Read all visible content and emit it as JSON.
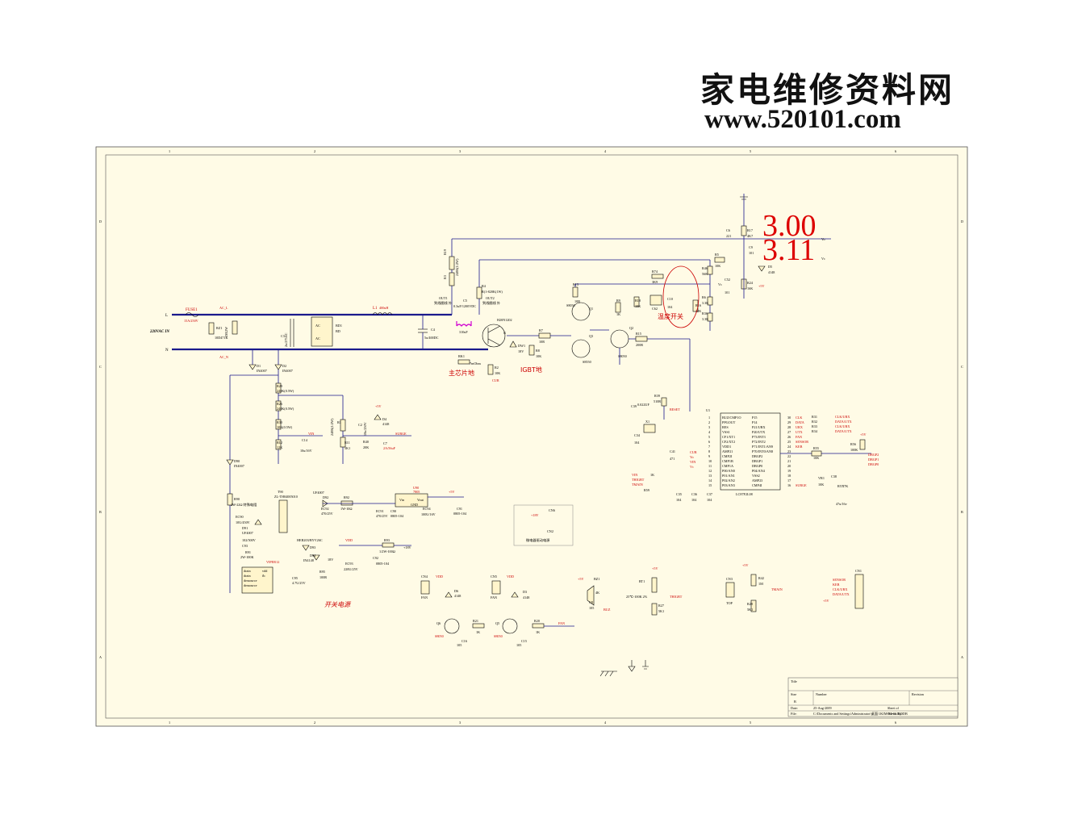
{
  "watermark": {
    "site_name": "家电维修资料网",
    "url": "www.520101.com"
  },
  "overlay_values": {
    "value_a": "3.00",
    "value_b": "3.11"
  },
  "frame": {
    "columns": [
      "1",
      "2",
      "3",
      "4",
      "5",
      "6"
    ],
    "rows": [
      "D",
      "C",
      "B",
      "A"
    ]
  },
  "power_input": {
    "title": "220VAC IN",
    "line_l": "L",
    "line_n": "N",
    "fuse": "FUSE1",
    "fuse_rating": "15A/250V",
    "ac_l": "AC_L",
    "ac_n": "AC_N",
    "varistor": "RZ1",
    "varistor_value": "10D471K",
    "r_value": "1M/2W",
    "cap_c3": "C3",
    "cap_c3_value": "2u/275AC",
    "bridge": "BD1",
    "bridge_value": "BD",
    "inductor": "L1",
    "inductor_value": "400uH",
    "cap_c4": "C4",
    "cap_c4_value": "5u/400DC"
  },
  "power_stage": {
    "coil_out1": "OUT1",
    "coil_out1_note": "到线圈线 外",
    "coil_out2": "OUT2",
    "coil_out2_note": "到线圈线 外",
    "cap_c5": "C5",
    "cap_c5_value": "0.3uF/1200VDC",
    "coil_value": "310uF",
    "igbt": "H20N1202",
    "r_shunt": "RK1",
    "r_shunt_value": "7mOhm",
    "main_ground_note": "主芯片地",
    "igbt_ground_note": "IGBT地",
    "r19": "R19",
    "r19_value": "240K(1/2W)",
    "r3": "R3",
    "r3_value": "240K(1/2W)",
    "r4": "R4",
    "r4_value": "R(1-820K(1W)",
    "r7": "R7",
    "r7_value": "10R",
    "dw1": "DW1",
    "dw1_value": "18V",
    "r8": "R8",
    "r8_value": "10K",
    "r2": "R2",
    "r2_value": "10K",
    "cur": "CUR",
    "g_label": "G"
  },
  "driver": {
    "r13": "R13",
    "r13_value": "10R",
    "q1": "Q1",
    "q1_value": "S8050",
    "q3": "Q3",
    "q3_value": "S8550",
    "r9": "R9",
    "r9_value": "1K",
    "q2": "Q2",
    "q2_value": "S8050",
    "r15": "R15",
    "r15_value": "200R",
    "r18": "R18",
    "r18_value": "10K",
    "c62": "C62",
    "c10": "C10",
    "c10_value": "104",
    "r74": "R74",
    "r74_value": "3K9",
    "r16": "R16",
    "r16_value": "22K",
    "temp_switch_note": "温度开关",
    "r5": "R5",
    "r5_value": "10K",
    "r6": "R6",
    "r6_value": "3.3K",
    "r46": "R46",
    "r46_value": "56K",
    "r36": "R36",
    "r36_value": "3.3K",
    "c52": "C52",
    "c52_value": "101",
    "r24": "R24",
    "r24_value": "16K",
    "vc_label": "Vc",
    "vo_label": "Vo"
  },
  "top_right": {
    "c6": "C6",
    "c6_value": "221",
    "r17": "R17",
    "r17_value": "4K7",
    "c9": "C9",
    "c9_value": "101",
    "d5": "D5",
    "d5_value": "4148",
    "vcc": "+5V"
  },
  "sensing": {
    "d1": "D1",
    "d1_value": "IN4007",
    "d2": "D2",
    "d2_value": "IN4007",
    "r29": "R29",
    "r29_value": "240K(0.5W)",
    "r26": "R26",
    "r26_value": "240K(0.5W)",
    "r30": "R30",
    "r30_value": "10K(0.5W)",
    "r12": "R12",
    "r12_value": "12K",
    "c14": "C14",
    "c14_value": "10u/16V",
    "vin": "VIN",
    "r11": "R11",
    "r11_value": "5K1",
    "r1": "R1",
    "r1_value": "240K(1/2W)",
    "c2": "C2",
    "c2_value": "10u/250V",
    "d4": "D4",
    "d4_value": "4148",
    "r40": "R40",
    "r40_value": "20K",
    "c7": "C7",
    "c7_value": "2A/56uF",
    "surge": "SURGE",
    "vdd5": "+5V"
  },
  "mcu": {
    "name": "U1",
    "part": "LC87F2L08",
    "pins_left": [
      "BUZ/CMP1O",
      "PPGOUT",
      "RES",
      "VSS1",
      "CF1/XT1",
      "CF2/XT2",
      "VDD1",
      "AMP21",
      "CMP2I",
      "CMP1B",
      "CMP1A",
      "P00/AN0",
      "P01/AN1",
      "P02/AN2",
      "P03/AN3"
    ],
    "pins_right": [
      "P15",
      "P14",
      "P21/URX",
      "P20/UTX",
      "P73/INT3",
      "P72/INT2",
      "P71/INT1/AN9",
      "P70/INT0/AN8",
      "DBGP2",
      "DBGP1",
      "DBGP0",
      "P04/AN4",
      "VSS2",
      "AMP23",
      "CMP4I"
    ],
    "net_right": [
      "CLK",
      "DATA",
      "URX",
      "UTX",
      "FAN",
      "SENSOR",
      "KEB",
      "",
      "",
      "",
      "",
      "",
      "",
      "",
      "SURGE"
    ],
    "r39": "R39",
    "r39_value": "510R",
    "c39": "C39",
    "c39_value": "0.022UF",
    "reset": "RESET",
    "x1": "X1",
    "c34": "C34",
    "c34_value": "104",
    "c41": "C41",
    "c41_value": "471",
    "c33": "C33",
    "c35": "C35",
    "c36": "C36",
    "c37": "C37",
    "cap_104": "104",
    "r55": "R55",
    "r55_value": "10K",
    "r56": "R56",
    "r56_value": "100K",
    "vr1": "VR1",
    "vr1_value": "10K",
    "c38": "C38",
    "r57": "R57",
    "r57_value": "47K",
    "c_47u": "47u/16v",
    "dbgp2": "DBGP2",
    "dbgp1": "DBGP1",
    "dbgp0": "DBGP0",
    "clk_urx": "CLK/URX",
    "data_utx": "DATA/UTX",
    "r31": "R31",
    "r32": "R32",
    "r33": "R33",
    "r34": "R34",
    "cur": "CUR",
    "vo": "Vo",
    "vin": "VIN",
    "vc": "Vc",
    "tmain": "TMAIN",
    "thigbt": "THIGBT",
    "r58": "R58",
    "r59": "R59",
    "r_1k": "1K"
  },
  "smps": {
    "title": "开关电源",
    "d90": "D90",
    "d90_value": "IN4007",
    "r90": "R90",
    "r90_value": "2W-22Ω 特殊电阻",
    "ec90": "EC90",
    "ec90_value": "10U/450V",
    "d91": "D91",
    "d91_value": "UF4007",
    "c93": "C93",
    "c93_value": "102/500V",
    "r91": "R91",
    "r91_value": "2W-100K",
    "t90": "T90",
    "t90_value": "ZL-TH04005010",
    "d92": "D92",
    "d92_value": "UF4007",
    "r92": "R92",
    "r92_value": "1W-10Ω",
    "ec92": "EC92",
    "ec92_value": "470/25V",
    "reg": "U90",
    "reg_value": "7805",
    "vin_pin": "Vin",
    "vout_pin": "Vout",
    "gnd_pin": "GND",
    "c90": "C90",
    "c90_value": "0805-104",
    "c91": "C91",
    "c91_value": "0805-104",
    "ec91": "EC91",
    "ec91_value": "470/25V",
    "ec94": "EC94",
    "ec94_value": "100U/16V",
    "vcc5": "+5V",
    "d93": "D93",
    "d93_value": "HER203/BYV26C",
    "d94": "D94",
    "d94_value": "IN4148",
    "vdd": "VDD",
    "r93": "R93",
    "r93_value": "1/2W-100Ω",
    "v18": "+18V",
    "zd": "ZD90",
    "zd_value": "18V",
    "ec93": "EC93",
    "ec93_value": "220U/25V",
    "c92": "C92",
    "c92_value": "0805-104",
    "c95": "C95",
    "c95_value": "4.7U/25V",
    "r95": "R95",
    "r95_value": "100R",
    "ic": "VIPER12",
    "ic_pins": [
      "drain",
      "drain",
      "drnsource",
      "drnsource",
      "vdd",
      "fb"
    ],
    "c94": "C94",
    "c94_value": "1.2/25V"
  },
  "connectors": {
    "cn6": "CN6",
    "cn6_vcc": "+18V",
    "cn6_note": "微电器驱动电源",
    "cn2": "CN2",
    "cn4": "CN4",
    "cn4_label": "FAN",
    "d6": "D6",
    "d6_value": "4148",
    "q6": "Q6",
    "q6_value": "S8050",
    "r21": "R21",
    "r21_value": "1K",
    "c16": "C16",
    "c16_value": "105",
    "cn5": "CN5",
    "cn5_label": "FAN",
    "d3": "D3",
    "d3_value": "4148",
    "q5": "Q5",
    "q5_value": "S8050",
    "r20": "R20",
    "r20_value": "1K",
    "c15": "C15",
    "c15_value": "105",
    "fan_net": "FAN",
    "bz1": "BZ1",
    "bz1_value": "4K",
    "c8": "C8",
    "c8_value": "105",
    "buz": "BUZ",
    "rt1": "RT1",
    "rt1_value": "25℃-100K 2%",
    "r27": "R27",
    "r27_value": "5K1",
    "thigbt": "THIGBT",
    "cn3": "CN3",
    "top": "TOP",
    "r42": "R42",
    "r42_value": "1M",
    "r28": "R28",
    "r28_value": "5K1",
    "tmain": "TMAIN",
    "cn1": "CN1",
    "cn1_nets": [
      "SENSOR",
      "KEB",
      "CLK/URX",
      "DATA/UTX",
      "+5V"
    ],
    "vdd": "VDD",
    "v5": "+5V"
  },
  "titleblock": {
    "title": "Title",
    "size": "Size",
    "size_value": "B",
    "number": "Number",
    "revision": "Revision",
    "date": "Date:",
    "date_value": "25-Aug-2009",
    "sheet": "Sheet    of",
    "file": "File:",
    "file_value": "C:\\Documents and Settings\\Administrator\\桌面\\1KIM-ST-03.ILDDB",
    "drawn": "Drawn By:"
  }
}
